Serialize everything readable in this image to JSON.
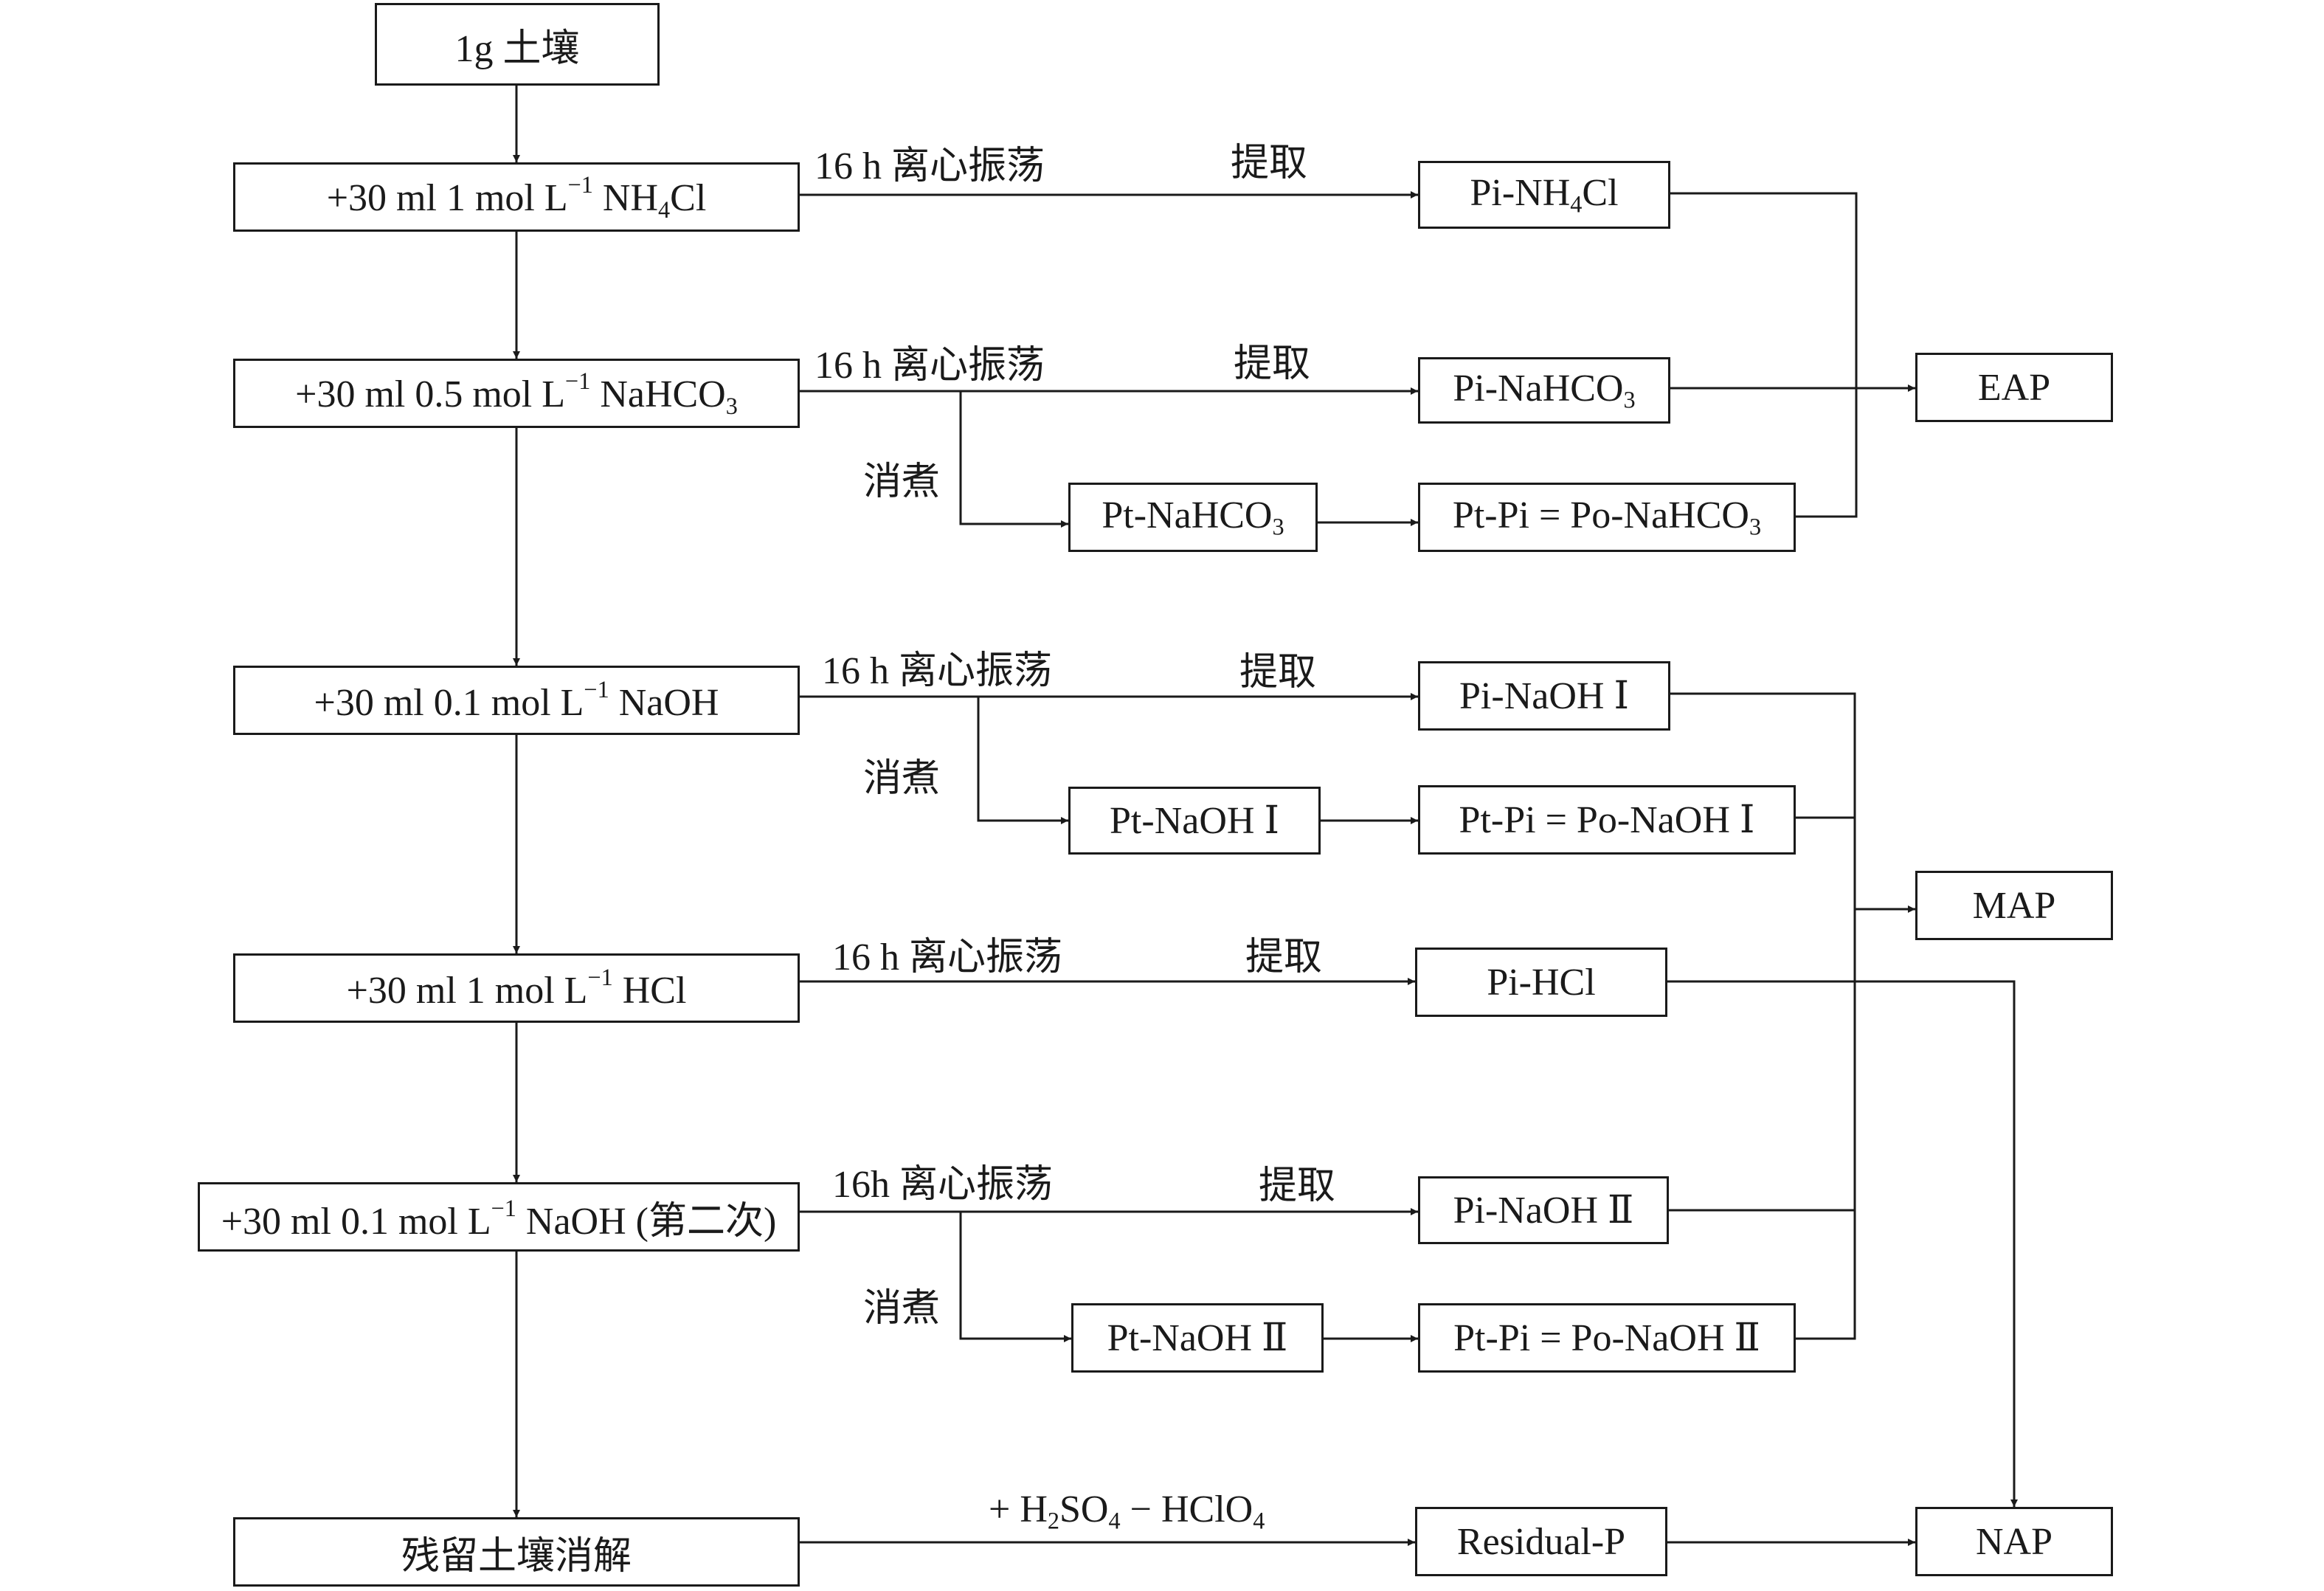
{
  "steps": {
    "soil": "1g 土壤",
    "nh4cl": {
      "a": "+30 ml 1 mol L",
      "sup": "−1",
      "b": " NH",
      "sub": "4",
      "c": "Cl"
    },
    "nahco3": {
      "a": "+30 ml 0.5 mol L",
      "sup": "−1",
      "b": " NaHCO",
      "sub": "3"
    },
    "naoh1": {
      "a": "+30 ml 0.1 mol L",
      "sup": "−1",
      "b": " NaOH"
    },
    "hcl": {
      "a": "+30 ml 1 mol L",
      "sup": "−1",
      "b": " HCl"
    },
    "naoh2": {
      "a": "+30 ml 0.1 mol L",
      "sup": "−1",
      "b": " NaOH (第二次)"
    },
    "residual": "残留土壤消解"
  },
  "edge_labels": {
    "shake_1": "16 h 离心振荡",
    "shake_2": "16 h 离心振荡",
    "shake_3": "16 h 离心振荡",
    "shake_4": "16 h 离心振荡",
    "shake_5": "16h 离心振荡",
    "extract_1": "提取",
    "extract_2": "提取",
    "extract_3": "提取",
    "extract_4": "提取",
    "extract_5": "提取",
    "digest_1": "消煮",
    "digest_2": "消煮",
    "digest_3": "消煮",
    "acid": {
      "a": "+ H",
      "sub1": "2",
      "b": "SO",
      "sub2": "4",
      "c": " − HClO",
      "sub3": "4"
    }
  },
  "fractions": {
    "pi_nh4cl": {
      "a": "Pi-NH",
      "sub": "4",
      "b": "Cl"
    },
    "pi_nahco3": {
      "a": "Pi-NaHCO",
      "sub": "3"
    },
    "pt_nahco3": {
      "a": "Pt-NaHCO",
      "sub": "3"
    },
    "po_nahco3": {
      "a": "Pt-Pi = Po-NaHCO",
      "sub": "3"
    },
    "pi_naoh1": "Pi-NaOH Ⅰ",
    "pt_naoh1": "Pt-NaOH Ⅰ",
    "po_naoh1": "Pt-Pi = Po-NaOH Ⅰ",
    "pi_hcl": "Pi-HCl",
    "pi_naoh2": "Pi-NaOH Ⅱ",
    "pt_naoh2": "Pt-NaOH Ⅱ",
    "po_naoh2": "Pt-Pi = Po-NaOH Ⅱ",
    "residual_p": "Residual-P"
  },
  "pools": {
    "eap": "EAP",
    "map": "MAP",
    "nap": "NAP"
  }
}
